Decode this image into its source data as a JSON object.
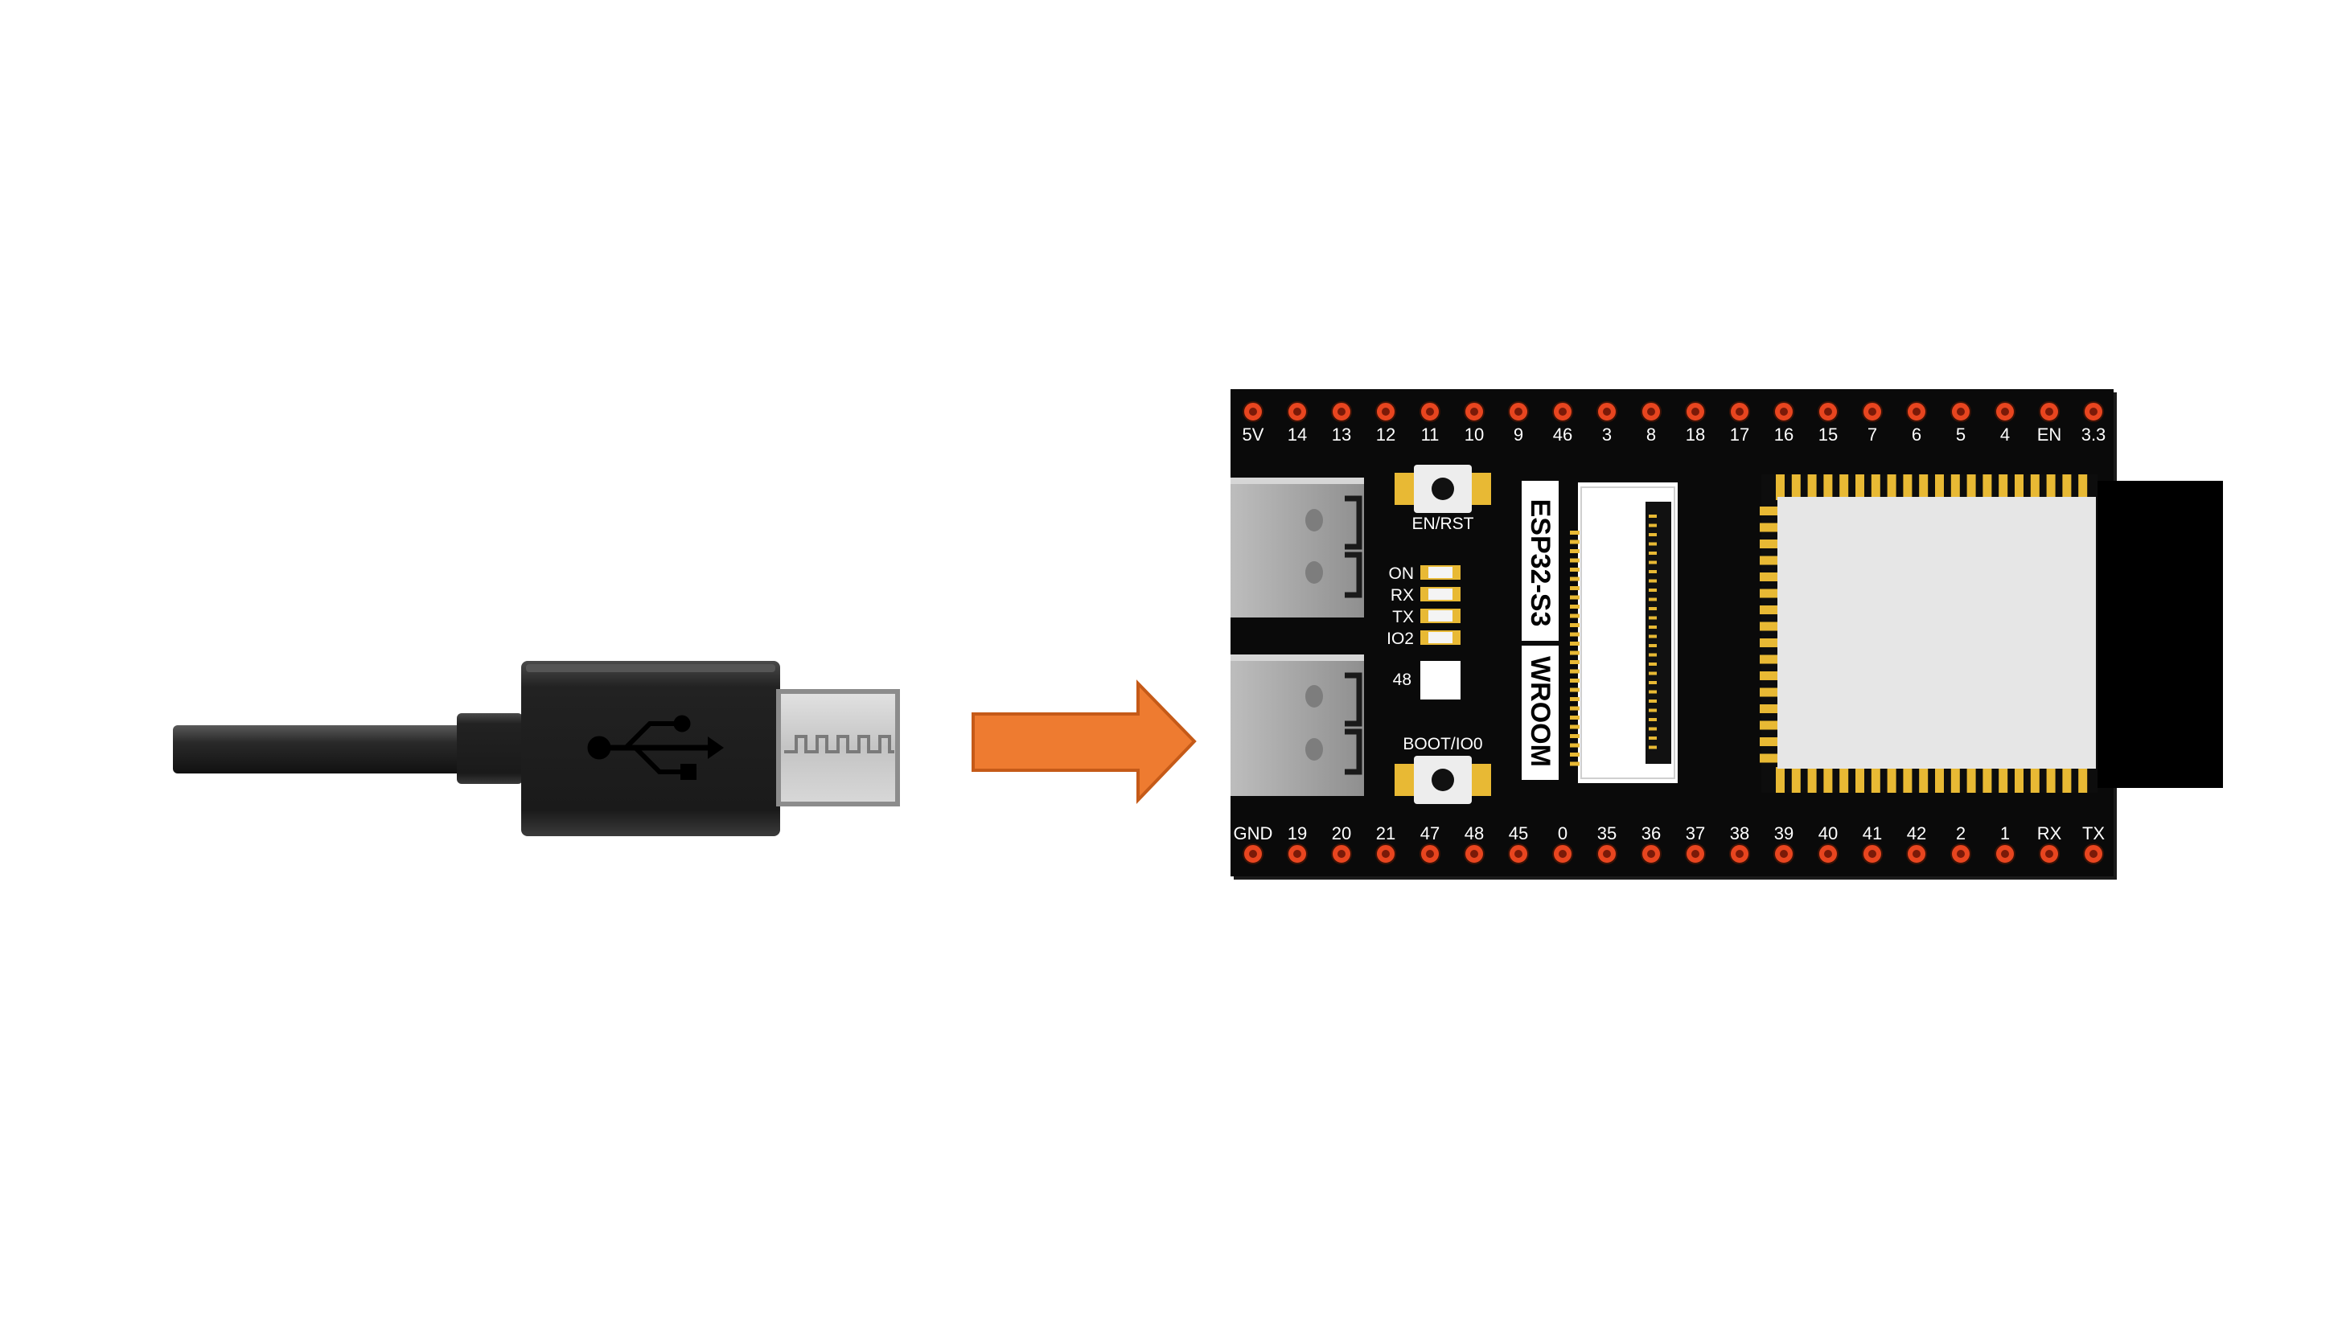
{
  "colors": {
    "background": "#ffffff",
    "board": "#0a0a0a",
    "pad_ring": "#e8451f",
    "pad_center": "#7a1a08",
    "gold": "#e8b934",
    "arrow": "#ee7b30",
    "module_shield": "#e6e6e6",
    "usb_port": "#a6a6a6",
    "connector_metal": "#cfcfcf"
  },
  "cable": {
    "icon": "usb-trident-icon"
  },
  "arrow": {
    "icon": "right-arrow-icon"
  },
  "board": {
    "label_main": "ESP32-S3",
    "label_module": "WROOM",
    "top_pins": [
      "5V",
      "14",
      "13",
      "12",
      "11",
      "10",
      "9",
      "46",
      "3",
      "8",
      "18",
      "17",
      "16",
      "15",
      "7",
      "6",
      "5",
      "4",
      "EN",
      "3.3"
    ],
    "bottom_pins": [
      "GND",
      "19",
      "20",
      "21",
      "47",
      "48",
      "45",
      "0",
      "35",
      "36",
      "37",
      "38",
      "39",
      "40",
      "41",
      "42",
      "2",
      "1",
      "RX",
      "TX"
    ],
    "buttons": {
      "reset": "EN/RST",
      "boot": "BOOT/IO0"
    },
    "leds": [
      "ON",
      "RX",
      "TX",
      "IO2"
    ],
    "rgb_led_label": "48"
  }
}
